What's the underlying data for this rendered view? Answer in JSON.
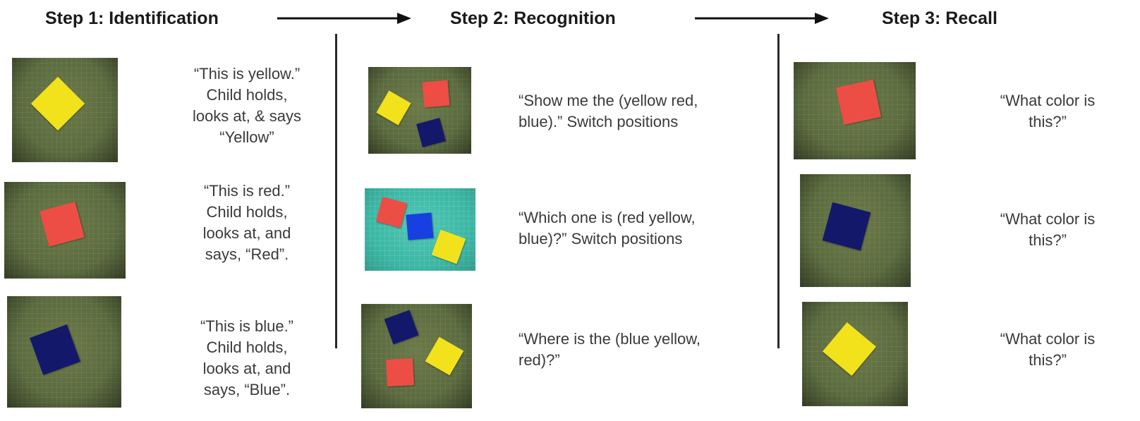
{
  "steps": [
    {
      "title": "Step 1: Identification",
      "captions": [
        [
          "“This is yellow.”",
          "Child holds,",
          "looks at, & says",
          "“Yellow”"
        ],
        [
          "“This is red.”",
          "Child holds,",
          "looks at, and",
          "says, “Red”."
        ],
        [
          "“This is blue.”",
          "Child holds,",
          "looks at, and",
          "says, “Blue”."
        ]
      ]
    },
    {
      "title": "Step 2: Recognition",
      "captions": [
        [
          "“Show me the (yellow red,",
          "blue).” Switch positions"
        ],
        [
          "“Which one is (red yellow,",
          "blue)?” Switch positions"
        ],
        [
          "“Where is the (blue yellow,",
          "red)?”"
        ]
      ]
    },
    {
      "title": "Step 3: Recall",
      "captions": [
        [
          "“What color is",
          "this?”"
        ],
        [
          "“What color is",
          "this?”"
        ],
        [
          "“What color is",
          "this?”"
        ]
      ]
    }
  ],
  "colors": {
    "yellow": "#f2e21c",
    "red": "#ec4e45",
    "blue": "#14186a",
    "mat": "#5b6b3f",
    "teal_mat": "#3bb6a4"
  }
}
